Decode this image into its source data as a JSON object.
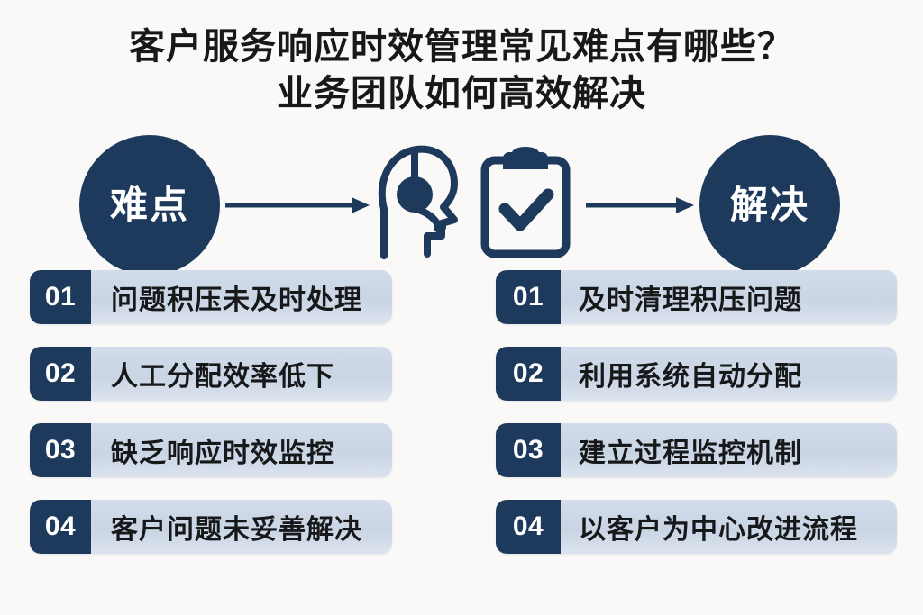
{
  "theme": {
    "background": "#faf9f7",
    "primary_dark": "#1d3a5c",
    "pill_light": "#ccd7e4",
    "text_dark": "#17181a",
    "text_light": "#ffffff"
  },
  "title": {
    "line1": "客户服务响应时效管理常见难点有哪些？",
    "line2": "业务团队如何高效解决"
  },
  "band": {
    "left_circle_label": "难点",
    "right_circle_label": "解决",
    "icons": [
      "headset-agent-icon",
      "clipboard-check-icon"
    ],
    "arrows": [
      "arrow-right-icon",
      "arrow-right-icon"
    ]
  },
  "columns": {
    "problems": [
      {
        "num": "01",
        "text": "问题积压未及时处理"
      },
      {
        "num": "02",
        "text": "人工分配效率低下"
      },
      {
        "num": "03",
        "text": "缺乏响应时效监控"
      },
      {
        "num": "04",
        "text": "客户问题未妥善解决"
      }
    ],
    "solutions": [
      {
        "num": "01",
        "text": "及时清理积压问题"
      },
      {
        "num": "02",
        "text": "利用系统自动分配"
      },
      {
        "num": "03",
        "text": "建立过程监控机制"
      },
      {
        "num": "04",
        "text": "以客户为中心改进流程"
      }
    ]
  }
}
